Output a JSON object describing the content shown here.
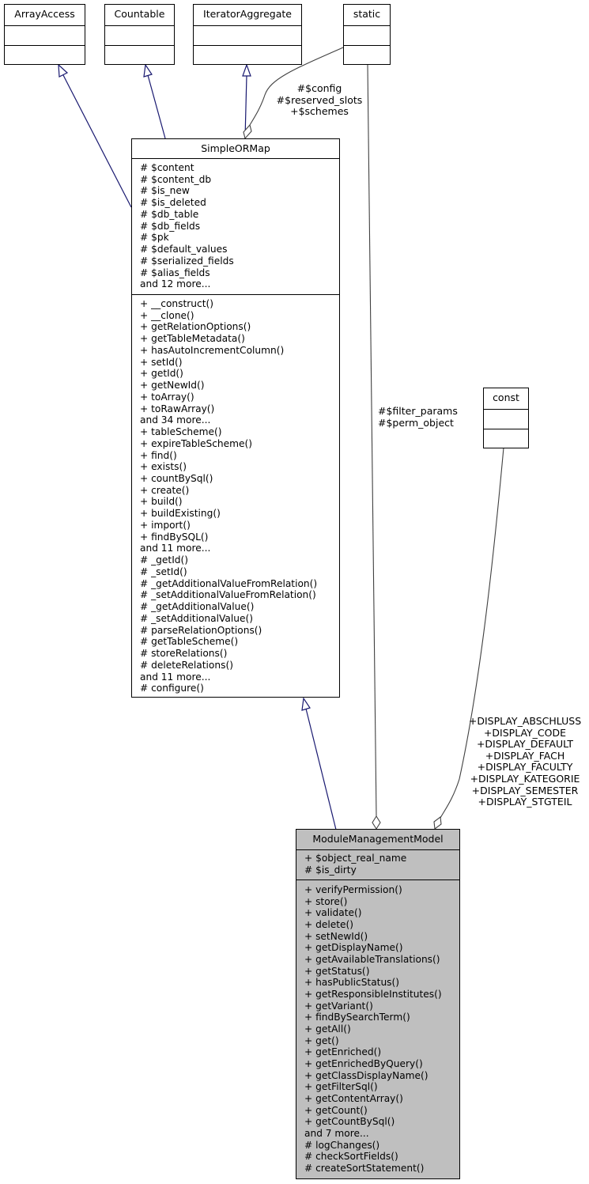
{
  "interfaces": [
    {
      "name": "ArrayAccess"
    },
    {
      "name": "Countable"
    },
    {
      "name": "IteratorAggregate"
    },
    {
      "name": "static"
    },
    {
      "name": "const"
    }
  ],
  "simple_or_map": {
    "name": "SimpleORMap",
    "attributes": [
      "# $content",
      "# $content_db",
      "# $is_new",
      "# $is_deleted",
      "# $db_table",
      "# $db_fields",
      "# $pk",
      "# $default_values",
      "# $serialized_fields",
      "# $alias_fields",
      "and 12 more..."
    ],
    "methods": [
      "+ __construct()",
      "+ __clone()",
      "+ getRelationOptions()",
      "+ getTableMetadata()",
      "+ hasAutoIncrementColumn()",
      "+ setId()",
      "+ getId()",
      "+ getNewId()",
      "+ toArray()",
      "+ toRawArray()",
      "and 34 more...",
      "+ tableScheme()",
      "+ expireTableScheme()",
      "+ find()",
      "+ exists()",
      "+ countBySql()",
      "+ create()",
      "+ build()",
      "+ buildExisting()",
      "+ import()",
      "+ findBySQL()",
      "and 11 more...",
      "# _getId()",
      "# _setId()",
      "# _getAdditionalValueFromRelation()",
      "# _setAdditionalValueFromRelation()",
      "# _getAdditionalValue()",
      "# _setAdditionalValue()",
      "# parseRelationOptions()",
      "# getTableScheme()",
      "# storeRelations()",
      "# deleteRelations()",
      "and 11 more...",
      "# configure()"
    ]
  },
  "module_management_model": {
    "name": "ModuleManagementModel",
    "attributes": [
      "+ $object_real_name",
      "# $is_dirty"
    ],
    "methods": [
      "+ verifyPermission()",
      "+ store()",
      "+ validate()",
      "+ delete()",
      "+ setNewId()",
      "+ getDisplayName()",
      "+ getAvailableTranslations()",
      "+ getStatus()",
      "+ hasPublicStatus()",
      "+ getResponsibleInstitutes()",
      "+ getVariant()",
      "+ findBySearchTerm()",
      "+ getAll()",
      "+ get()",
      "+ getEnriched()",
      "+ getEnrichedByQuery()",
      "+ getClassDisplayName()",
      "+ getFilterSql()",
      "+ getContentArray()",
      "+ getCount()",
      "+ getCountBySql()",
      "and 7 more...",
      "# logChanges()",
      "# checkSortFields()",
      "# createSortStatement()"
    ]
  },
  "edge_labels": {
    "static_to_simple": [
      "#$config",
      "#$reserved_slots",
      "+$schemes"
    ],
    "static_to_module": [
      "#$filter_params",
      "#$perm_object"
    ],
    "const_to_module": [
      "+DISPLAY_ABSCHLUSS",
      "+DISPLAY_CODE",
      "+DISPLAY_DEFAULT",
      "+DISPLAY_FACH",
      "+DISPLAY_FACULTY",
      "+DISPLAY_KATEGORIE",
      "+DISPLAY_SEMESTER",
      "+DISPLAY_STGTEIL"
    ]
  },
  "colors": {
    "inheritance_edge": "#191970",
    "usage_edge": "#404040",
    "highlight_fill": "#bfbfbf"
  }
}
